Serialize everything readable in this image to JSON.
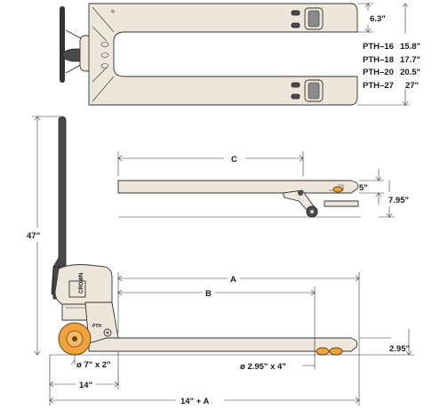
{
  "colors": {
    "body": "#ece7da",
    "outline": "#333333",
    "handle": "#4a4a4a",
    "wheel": "#f2a23a",
    "text": "#1a1a1a"
  },
  "top_view": {
    "fork_width": "6.3\"",
    "spec_table": [
      {
        "model": "PTH–16",
        "value": "15.8\""
      },
      {
        "model": "PTH–18",
        "value": "17.7\""
      },
      {
        "model": "PTH–20",
        "value": "20.5\""
      },
      {
        "model": "PTH–27",
        "value": "27\""
      }
    ]
  },
  "fork_detail": {
    "length_label": "C",
    "lowered_height": "5\"",
    "raised_height": "7.95\""
  },
  "side_view": {
    "handle_height": "47\"",
    "fork_length_a": "A",
    "fork_length_b": "B",
    "steer_wheel": "ø 7\" x 2\"",
    "load_wheel": "ø 2.95\" x 4\"",
    "fork_height": "2.95\"",
    "body_length": "14\"",
    "overall_length": "14\" + A",
    "brand_text": "CROWN",
    "model_text": "PTH"
  }
}
